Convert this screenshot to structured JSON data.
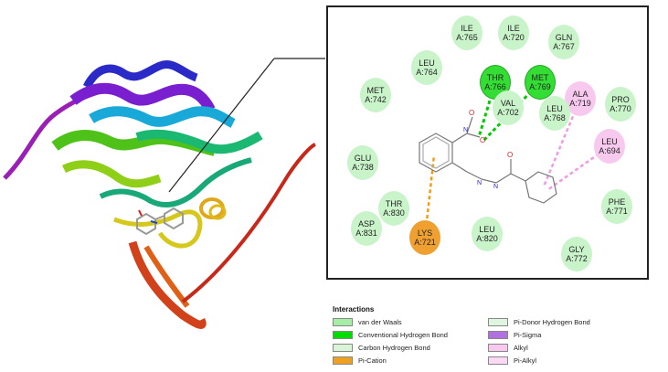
{
  "residues": [
    {
      "id": "ILE765",
      "name": "ILE",
      "num": "A:765",
      "type": "vdw"
    },
    {
      "id": "ILE720",
      "name": "ILE",
      "num": "A:720",
      "type": "vdw"
    },
    {
      "id": "GLN767",
      "name": "GLN",
      "num": "A:767",
      "type": "vdw"
    },
    {
      "id": "LEU764",
      "name": "LEU",
      "num": "A:764",
      "type": "vdw"
    },
    {
      "id": "THR766",
      "name": "THR",
      "num": "A:766",
      "type": "hbond"
    },
    {
      "id": "MET769",
      "name": "MET",
      "num": "A:769",
      "type": "hbond"
    },
    {
      "id": "ALA719",
      "name": "ALA",
      "num": "A:719",
      "type": "alkyl"
    },
    {
      "id": "MET742",
      "name": "MET",
      "num": "A:742",
      "type": "vdw"
    },
    {
      "id": "VAL702",
      "name": "VAL",
      "num": "A:702",
      "type": "vdw"
    },
    {
      "id": "LEU768",
      "name": "LEU",
      "num": "A:768",
      "type": "vdw"
    },
    {
      "id": "PRO770",
      "name": "PRO",
      "num": "A:770",
      "type": "vdw"
    },
    {
      "id": "LEU694",
      "name": "LEU",
      "num": "A:694",
      "type": "alkyl"
    },
    {
      "id": "GLU738",
      "name": "GLU",
      "num": "A:738",
      "type": "vdw"
    },
    {
      "id": "PHE771",
      "name": "PHE",
      "num": "A:771",
      "type": "vdw"
    },
    {
      "id": "THR830",
      "name": "THR",
      "num": "A:830",
      "type": "vdw"
    },
    {
      "id": "ASP831",
      "name": "ASP",
      "num": "A:831",
      "type": "vdw"
    },
    {
      "id": "LYS721",
      "name": "LYS",
      "num": "A:721",
      "type": "pication"
    },
    {
      "id": "LEU820",
      "name": "LEU",
      "num": "A:820",
      "type": "vdw"
    },
    {
      "id": "GLY772",
      "name": "GLY",
      "num": "A:772",
      "type": "vdw"
    }
  ],
  "interactions": [
    {
      "from": "THR766",
      "type": "hbond",
      "color": "#00cc00"
    },
    {
      "from": "MET769",
      "type": "hbond",
      "color": "#00cc00"
    },
    {
      "from": "ALA719",
      "type": "alkyl",
      "color": "#f09ce0"
    },
    {
      "from": "LEU694",
      "type": "alkyl",
      "color": "#f09ce0"
    },
    {
      "from": "LYS721",
      "type": "pication",
      "color": "#f39c12"
    }
  ],
  "legend": {
    "title": "Interactions",
    "items": [
      {
        "label": "van der Waals",
        "color": "#a6eea6"
      },
      {
        "label": "Conventional Hydrogen Bond",
        "color": "#00dd00"
      },
      {
        "label": "Carbon Hydrogen Bond",
        "color": "#d8f5d8"
      },
      {
        "label": "Pi-Cation",
        "color": "#f0a020"
      },
      {
        "label": "Pi-Donor Hydrogen Bond",
        "color": "#dff5df"
      },
      {
        "label": "Pi-Sigma",
        "color": "#b070e0"
      },
      {
        "label": "Alkyl",
        "color": "#f8c8f0"
      },
      {
        "label": "Pi-Alkyl",
        "color": "#fbd8f3"
      }
    ]
  },
  "colors": {
    "vdw": "#c9f3c9",
    "hbond": "#33dd33",
    "alkyl": "#f7c9ef",
    "pication": "#f0a030"
  }
}
